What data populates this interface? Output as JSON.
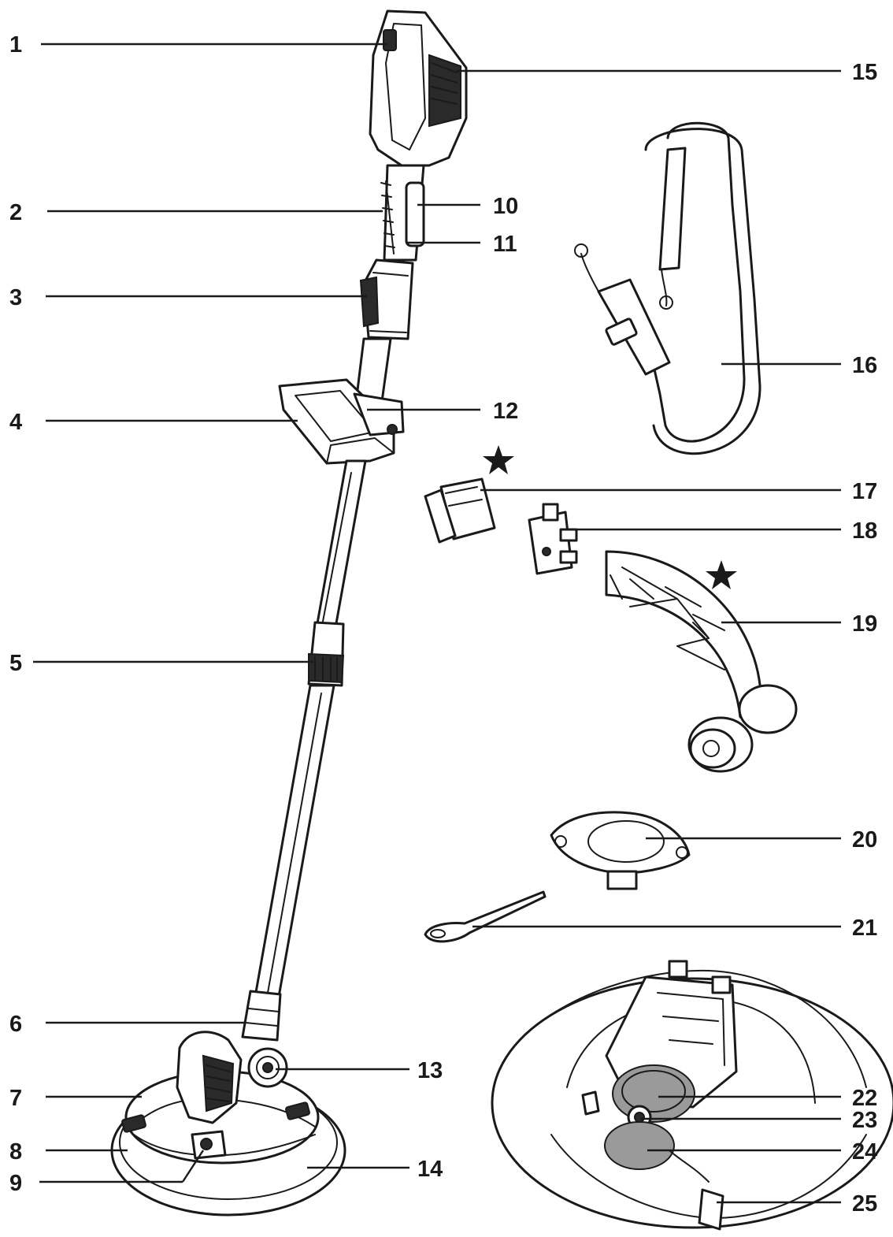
{
  "callouts": [
    {
      "id": "1",
      "text": "1"
    },
    {
      "id": "2",
      "text": "2"
    },
    {
      "id": "3",
      "text": "3"
    },
    {
      "id": "4",
      "text": "4"
    },
    {
      "id": "5",
      "text": "5"
    },
    {
      "id": "6",
      "text": "6"
    },
    {
      "id": "7",
      "text": "7"
    },
    {
      "id": "8",
      "text": "8"
    },
    {
      "id": "9",
      "text": "9"
    },
    {
      "id": "10",
      "text": "10"
    },
    {
      "id": "11",
      "text": "11"
    },
    {
      "id": "12",
      "text": "12"
    },
    {
      "id": "13",
      "text": "13"
    },
    {
      "id": "14",
      "text": "14"
    },
    {
      "id": "15",
      "text": "15"
    },
    {
      "id": "16",
      "text": "16"
    },
    {
      "id": "17",
      "text": "17"
    },
    {
      "id": "18",
      "text": "18"
    },
    {
      "id": "19",
      "text": "19"
    },
    {
      "id": "20",
      "text": "20"
    },
    {
      "id": "21",
      "text": "21"
    },
    {
      "id": "22",
      "text": "22"
    },
    {
      "id": "23",
      "text": "23"
    },
    {
      "id": "24",
      "text": "24"
    },
    {
      "id": "25",
      "text": "25"
    }
  ],
  "markers": {
    "star_count": 2,
    "star_symbol_color": "#1a1a1a"
  },
  "colors": {
    "ink": "#1a1a1a",
    "background": "#ffffff",
    "shade": "#9a9a9a"
  }
}
